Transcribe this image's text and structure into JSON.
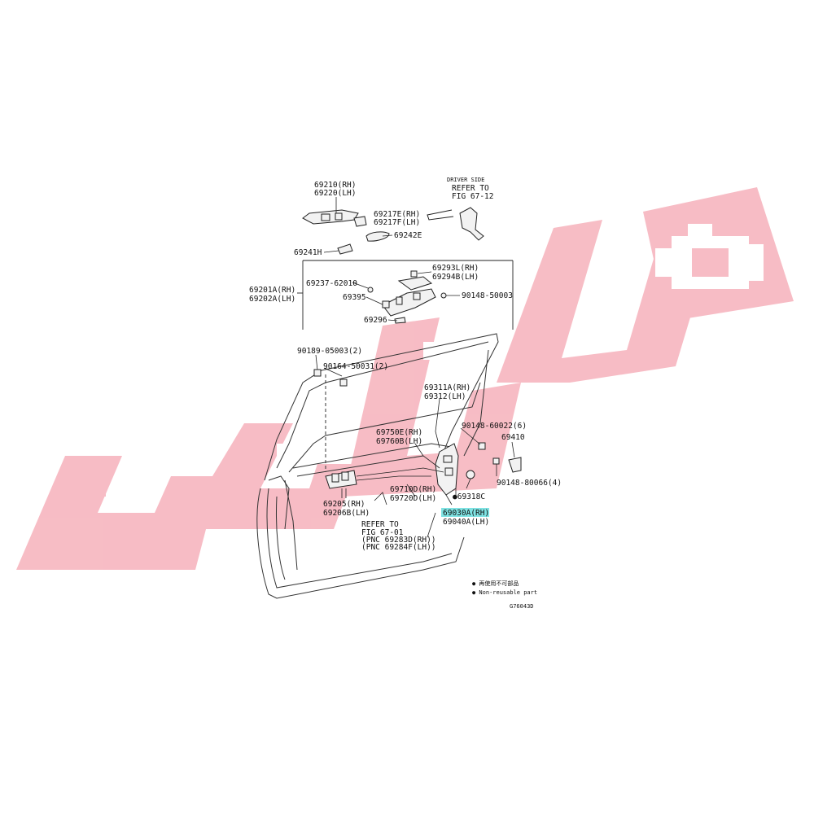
{
  "watermark": {
    "color": "#f7b9c2",
    "description_icon": "engine-icon"
  },
  "colors": {
    "highlight": "#7fe3e3",
    "note_red": "#cc0000",
    "line": "#222222"
  },
  "labels": {
    "p69210": "69210(RH)",
    "p69220": "69220(LH)",
    "driver_side": "DRIVER SIDE",
    "refer_fig_6712_a": "REFER TO",
    "refer_fig_6712_b": "FIG 67-12",
    "p69217e": "69217E(RH)",
    "p69217f": "69217F(LH)",
    "p69242e": "69242E",
    "p69241h": "69241H",
    "p69201a": "69201A(RH)",
    "p69202a": "69202A(LH)",
    "p69237": "69237-62010",
    "p69293l": "69293L(RH)",
    "p69294b": "69294B(LH)",
    "p69395": "69395",
    "p90148_50003": "90148-50003",
    "p69296": "69296",
    "p90189": "90189-05003(2)",
    "p90164": "90164-50031(2)",
    "p69311a": "69311A(RH)",
    "p69312": "69312(LH)",
    "p90148_60022": "90148-60022(6)",
    "p69750e": "69750E(RH)",
    "p69760b": "69760B(LH)",
    "p69410": "69410",
    "p90148_80066": "90148-80066(4)",
    "p69710d": "69710D(RH)",
    "p69720d": "69720D(LH)",
    "p69318c": "●69318C",
    "p69205": "69205(RH)",
    "p69206b": "69206B(LH)",
    "p69030a": "69030A(RH)",
    "p69040a": "69040A(LH)",
    "refer_fig_6701_a": "REFER TO",
    "refer_fig_6701_b": "FIG 67-01",
    "pnc_a": "(PNC 69283D(RH))",
    "pnc_b": "(PNC 69284F(LH))",
    "legend_jp": "● 再使用不可部品",
    "legend_en": "● Non-reusable part",
    "fig_code": "G76043D"
  }
}
